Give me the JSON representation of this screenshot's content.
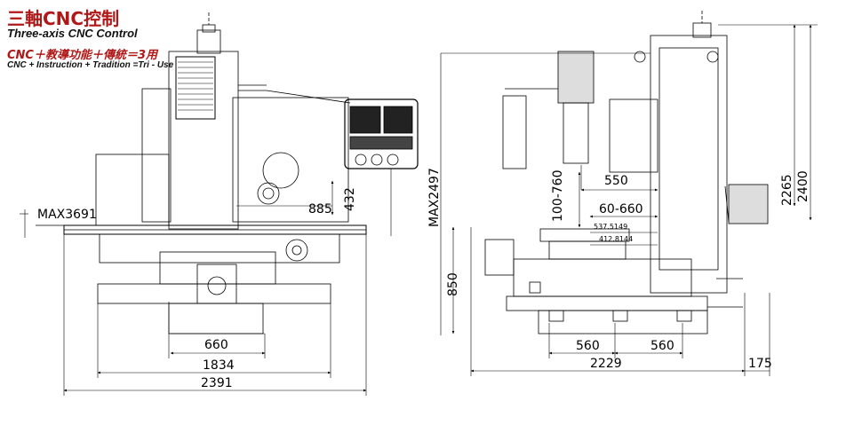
{
  "header": {
    "title_zh": "三軸CNC控制",
    "title_en": "Three-axis CNC Control",
    "subtitle_zh": "CNC＋教導功能＋傳統＝3用",
    "subtitle_en": "CNC + Instruction + Tradition =Tri - Use"
  },
  "front_view": {
    "max_height_label": "MAX3691",
    "dim_885": "885",
    "dim_432": "432",
    "dim_660": "660",
    "dim_1834": "1834",
    "dim_2391": "2391"
  },
  "side_view": {
    "max_height_label": "MAX2497",
    "dim_550": "550",
    "dim_100_760": "100-760",
    "dim_60_660": "60-660",
    "dim_537_5149": "537.5149",
    "dim_412_8144": "412.8144",
    "dim_850": "850",
    "dim_2265": "2265",
    "dim_2400": "2400",
    "dim_560_left": "560",
    "dim_560_right": "560",
    "dim_2229": "2229",
    "dim_175": "175"
  }
}
